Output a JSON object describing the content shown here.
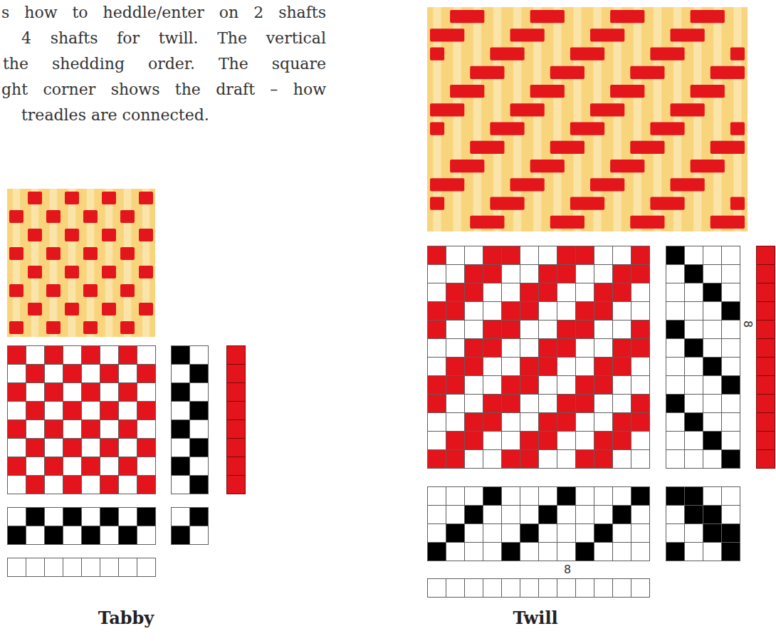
{
  "diagram": {
    "labels": [
      "s how to heddle/enter on 2 shafts",
      "4 shafts for twill. The vertical",
      "the shedding order. The square",
      "ght corner shows the draft – how",
      "treadles are connected.",
      "8",
      "8",
      "Tabby",
      "Twill"
    ]
  }
}
